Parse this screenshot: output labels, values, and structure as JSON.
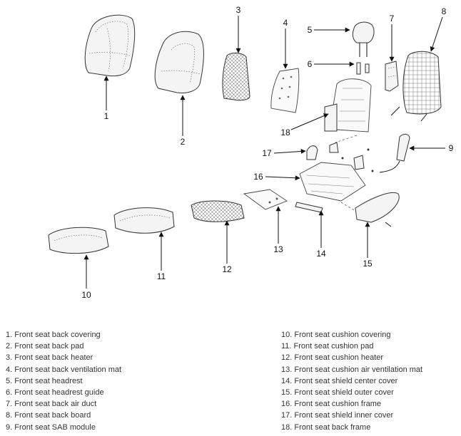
{
  "callouts": [
    "1",
    "2",
    "3",
    "4",
    "5",
    "6",
    "7",
    "8",
    "9",
    "10",
    "11",
    "12",
    "13",
    "14",
    "15",
    "16",
    "17",
    "18"
  ],
  "legend": {
    "left": [
      "1. Front seat back covering",
      "2. Front seat back pad",
      "3. Front seat back heater",
      "4. Front seat back ventilation mat",
      "5. Front seat headrest",
      "6. Front seat headrest guide",
      "7. Front seat back air duct",
      "8. Front seat back board",
      "9. Front seat SAB module"
    ],
    "right": [
      "10. Front seat cushion covering",
      "11. Front seat cushion pad",
      "12. Front seat cushion heater",
      "13. Front seat cushion air ventilation mat",
      "14. Front seat shield center cover",
      "15. Front seat shield outer cover",
      "16. Front seat cushion frame",
      "17. Front seat shield inner cover",
      "18. Front seat back frame"
    ]
  }
}
